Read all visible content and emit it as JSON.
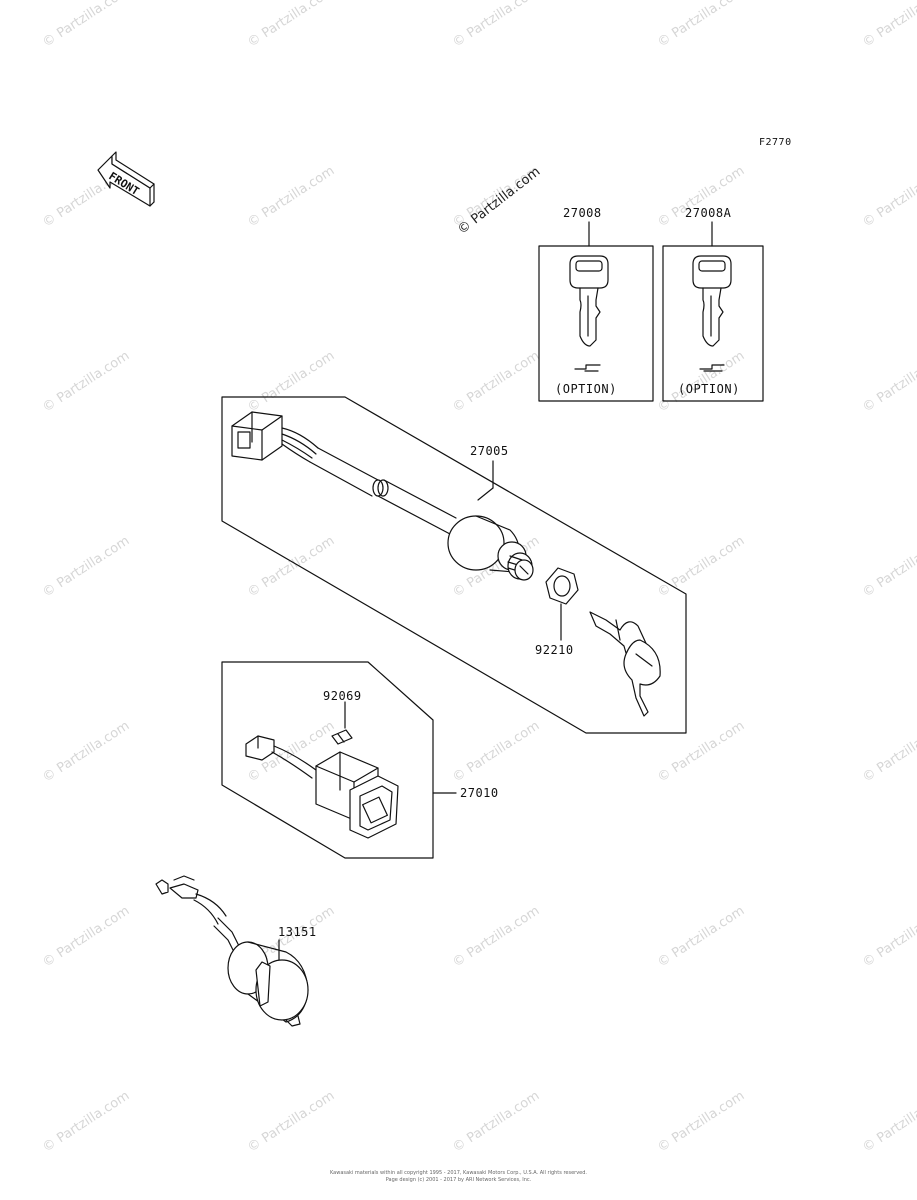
{
  "diagram_code": "F2770",
  "front_label": "FRONT",
  "watermark_text": "© Partzilla.com",
  "parts": {
    "p27008": "27008",
    "p27008A": "27008A",
    "p27005": "27005",
    "p92210": "92210",
    "p92069": "92069",
    "p27010": "27010",
    "p13151": "13151"
  },
  "option_label": "(OPTION)",
  "footer": {
    "line1": "Kawasaki materials within all copyright 1995 - 2017, Kawasaki Motors Corp., U.S.A. All rights reserved.",
    "line2": "Page design (c) 2001 - 2017 by ARI Network Services, Inc."
  },
  "colors": {
    "line": "#111111",
    "watermark": "#d6d6d6"
  }
}
